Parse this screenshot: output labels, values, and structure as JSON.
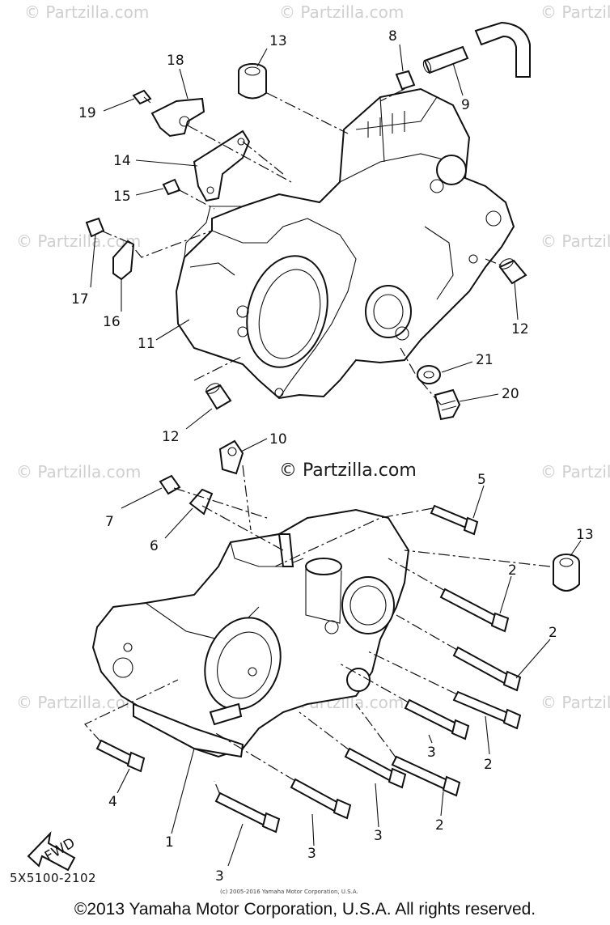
{
  "watermark": {
    "text": "© Partzilla.com",
    "center_text": "© Partzilla.com"
  },
  "callouts": {
    "c1": "1",
    "c2a": "2",
    "c2b": "2",
    "c2c": "2",
    "c2d": "2",
    "c3a": "3",
    "c3b": "3",
    "c3c": "3",
    "c3d": "3",
    "c4": "4",
    "c5": "5",
    "c6": "6",
    "c7": "7",
    "c8": "8",
    "c9": "9",
    "c10": "10",
    "c11": "11",
    "c12a": "12",
    "c12b": "12",
    "c13a": "13",
    "c13b": "13",
    "c14": "14",
    "c15": "15",
    "c16": "16",
    "c17": "17",
    "c18": "18",
    "c19": "19",
    "c20": "20",
    "c21": "21"
  },
  "fwd_label": "FWD",
  "diagram_code": "5X5100-2102",
  "small_copyright": "(c) 2005-2016 Yamaha Motor Corporation, U.S.A.",
  "footer": "©2013 Yamaha Motor Corporation, U.S.A. All rights reserved."
}
